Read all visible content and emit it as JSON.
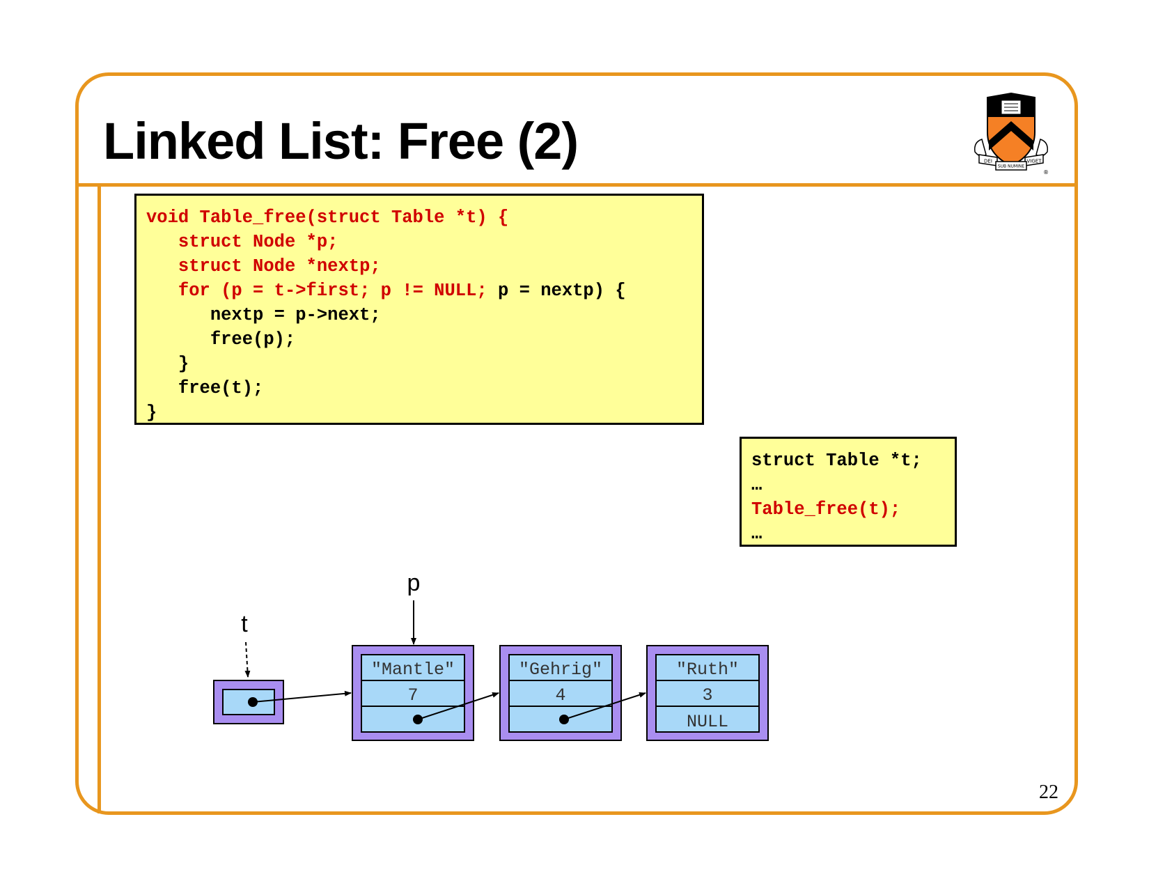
{
  "slide": {
    "title": "Linked List: Free (2)",
    "page_number": "22",
    "accent_color": "#e8961e"
  },
  "logo": {
    "motto_left": "DEI",
    "motto_center": "SUB NUMINE",
    "motto_right": "VIGET",
    "registered_mark": "®"
  },
  "code_main": {
    "lines": [
      {
        "black_prefix": "",
        "red": "void Table_free(struct Table *t) {",
        "black_suffix": ""
      },
      {
        "black_prefix": "   ",
        "red": "struct Node *p;",
        "black_suffix": ""
      },
      {
        "black_prefix": "   ",
        "red": "struct Node *nextp;",
        "black_suffix": ""
      },
      {
        "black_prefix": "   ",
        "red": "for (p = t->first; p != NULL;",
        "black_suffix": " p = nextp) {"
      },
      {
        "black_prefix": "      nextp = p->next;",
        "red": "",
        "black_suffix": ""
      },
      {
        "black_prefix": "      free(p);",
        "red": "",
        "black_suffix": ""
      },
      {
        "black_prefix": "   }",
        "red": "",
        "black_suffix": ""
      },
      {
        "black_prefix": "   free(t);",
        "red": "",
        "black_suffix": ""
      },
      {
        "black_prefix": "}",
        "red": "",
        "black_suffix": ""
      }
    ]
  },
  "code_call": {
    "lines": [
      {
        "text": "struct Table *t;",
        "red": false
      },
      {
        "text": "…",
        "red": false
      },
      {
        "text": "Table_free(t);",
        "red": true
      },
      {
        "text": "…",
        "red": false
      }
    ]
  },
  "diagram": {
    "pointer_t_label": "t",
    "pointer_p_label": "p",
    "nodes": [
      {
        "key": "\"Mantle\"",
        "value": "7",
        "next": ""
      },
      {
        "key": "\"Gehrig\"",
        "value": "4",
        "next": ""
      },
      {
        "key": "\"Ruth\"",
        "value": "3",
        "next": "NULL"
      }
    ],
    "colors": {
      "node_outer": "#a98ef0",
      "node_cell": "#a8d8f8",
      "code_bg": "#ffff99",
      "code_red": "#d00000"
    }
  }
}
